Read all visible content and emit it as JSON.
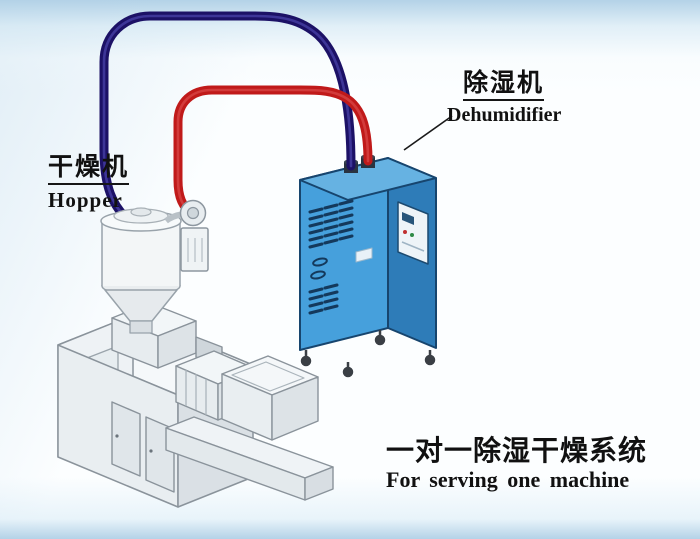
{
  "labels": {
    "hopper": {
      "cn": "干燥机",
      "en": "Hopper"
    },
    "dehumidifier": {
      "cn": "除湿机",
      "en": "Dehumidifier"
    },
    "system": {
      "cn": "一对一除湿干燥系统",
      "en": "For serving one machine"
    }
  },
  "colors": {
    "pipe_red": "#c01a1a",
    "pipe_blue": "#1c1166",
    "cabinet_front": "#46a0dc",
    "cabinet_side": "#2e7cb8",
    "cabinet_top": "#66b2e2",
    "machine_gray": "#e9eef1",
    "background_band": "#b9d5ea",
    "label_text": "#111111"
  }
}
